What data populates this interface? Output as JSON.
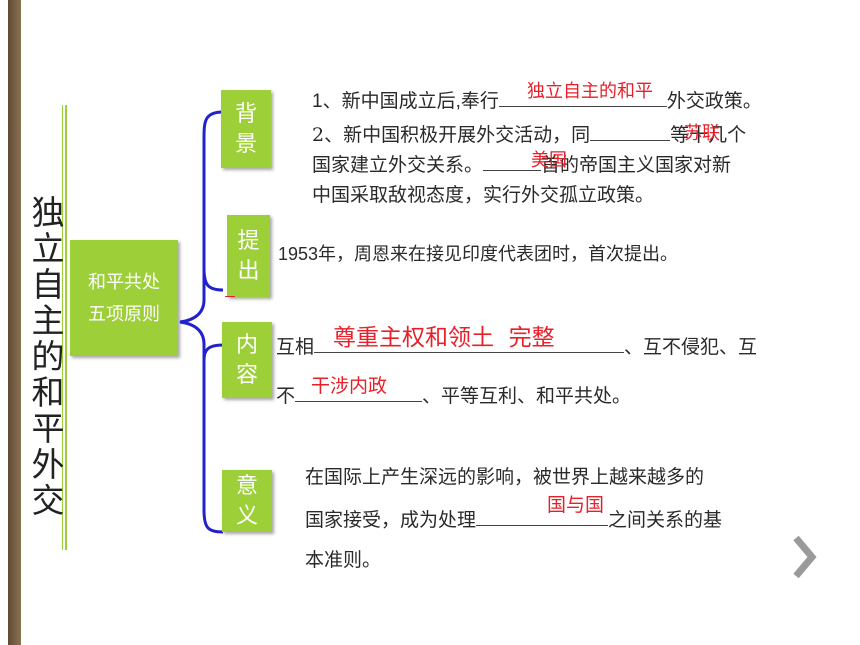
{
  "title_chars": [
    "独",
    "立",
    "自",
    "主",
    "的",
    "和",
    "平",
    "外",
    "交"
  ],
  "main_box": {
    "line1": "和平共处",
    "line2": "五项原则"
  },
  "tags": {
    "background": [
      "背",
      "景"
    ],
    "proposed": [
      "提",
      "出"
    ],
    "content": [
      "内",
      "容"
    ],
    "significance": [
      "意",
      "义"
    ]
  },
  "background": {
    "line1_pre": "1、新中国成立后,奉行",
    "line1_post": "外交政策。",
    "line1_answer": "独立自主的和平",
    "line2_pre": "2、新中国积极开展外交活动，同",
    "line2_post": "等十几个",
    "line2_answer": "苏联",
    "line3_post": "首的帝国主义国家对新",
    "line3_pre": "国家建立外交关系。",
    "line3_answer": "美国",
    "line4": "中国采取敌视态度，实行外交孤立政策。"
  },
  "proposed": {
    "text": "1953年，周恩来在接见印度代表团时，首次提出。"
  },
  "content": {
    "line1_pre": "互相",
    "line1_post": "、互不侵犯、互",
    "line1_answer": "尊重主权和领土  完整",
    "line2_pre": "不",
    "line2_post": "、平等互利、和平共处。",
    "line2_answer": "干涉内政"
  },
  "significance": {
    "line1": "在国际上产生深远的影响，被世界上越来越多的",
    "line2_pre": "国家接受，成为处理",
    "line2_post": "之间关系的基",
    "line2_answer": "国与国",
    "line3": "本准则。"
  },
  "nav": {
    "next_icon": "chevron-right-icon"
  },
  "colors": {
    "accent_green": "#9ccf38",
    "answer_red": "#e8202a",
    "brace_blue": "#2222cc"
  }
}
